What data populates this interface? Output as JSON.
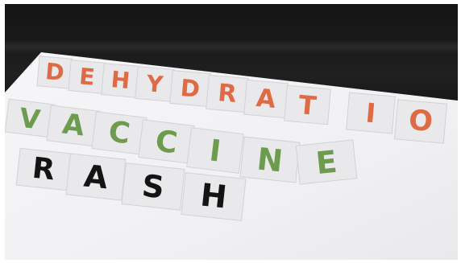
{
  "photo": {
    "subject": "Letter cards spelling three words on a white board",
    "colors": {
      "row1": "#df6a44",
      "row2": "#6e9c4f",
      "row3": "#141414",
      "card": "#e9e8ea",
      "board": "#f2f2f4",
      "background": "#1a1a1a"
    }
  },
  "words": {
    "row1": {
      "text": "DEHYDRATIO",
      "letters": [
        "D",
        "E",
        "H",
        "Y",
        "D",
        "R",
        "A",
        "T",
        "I",
        "O"
      ]
    },
    "row2": {
      "text": "VACCINE",
      "letters": [
        "V",
        "A",
        "C",
        "C",
        "I",
        "N",
        "E"
      ]
    },
    "row3": {
      "text": "RASH",
      "letters": [
        "R",
        "A",
        "S",
        "H"
      ]
    }
  }
}
